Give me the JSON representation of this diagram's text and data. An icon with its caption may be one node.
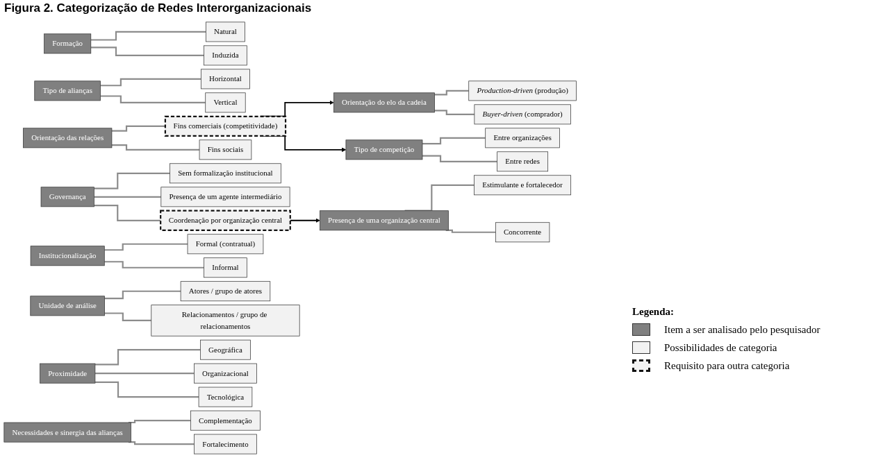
{
  "diagram": {
    "title": "Figura 2. Categorização de Redes Interorganizacionais",
    "nodes": [
      {
        "text": [
          "Formação"
        ]
      },
      {
        "text": [
          "Natural"
        ]
      },
      {
        "text": [
          "Induzida"
        ]
      },
      {
        "text": [
          "Tipo de alianças"
        ]
      },
      {
        "text": [
          "Horizontal"
        ]
      },
      {
        "text": [
          "Vertical"
        ]
      },
      {
        "text": [
          "Orientação das relações"
        ]
      },
      {
        "text": [
          "Fins comerciais (competitividade)"
        ]
      },
      {
        "text": [
          "Fins sociais"
        ]
      },
      {
        "text": [
          "Governança"
        ]
      },
      {
        "text": [
          "Sem formalização institucional"
        ]
      },
      {
        "text": [
          "Presença de um agente intermediário"
        ]
      },
      {
        "text": [
          "Coordenação por organização central"
        ]
      },
      {
        "text": [
          "Institucionalização"
        ]
      },
      {
        "text": [
          "Formal (contratual)"
        ]
      },
      {
        "text": [
          "Informal"
        ]
      },
      {
        "text": [
          "Unidade de análise"
        ]
      },
      {
        "text": [
          "Atores / grupo de atores"
        ]
      },
      {
        "text": [
          "Relacionamentos / grupo de relacionamentos"
        ]
      },
      {
        "text": [
          "Proximidade"
        ]
      },
      {
        "text": [
          "Geográfica"
        ]
      },
      {
        "text": [
          "Organizacional"
        ]
      },
      {
        "text": [
          "Tecnológica"
        ]
      },
      {
        "text": [
          "Necessidades e sinergia das alianças"
        ]
      },
      {
        "text": [
          "Complementação"
        ]
      },
      {
        "text": [
          "Fortalecimento"
        ]
      },
      {
        "text": [
          "Orientação do elo da cadeia"
        ]
      },
      {
        "text": [
          "*Production-driven* (produção)"
        ]
      },
      {
        "text": [
          "*Buyer-driven* (comprador)"
        ]
      },
      {
        "text": [
          "Tipo de competição"
        ]
      },
      {
        "text": [
          "Entre organizações"
        ]
      },
      {
        "text": [
          "Entre redes"
        ]
      },
      {
        "text": [
          "Presença de uma organização central"
        ]
      },
      {
        "text": [
          "Estimulante e fortalecedor"
        ]
      },
      {
        "text": [
          "Concorrente"
        ]
      }
    ],
    "edges": [
      {
        "from": 0,
        "to": 1,
        "arrow": "none"
      },
      {
        "from": 0,
        "to": 2,
        "arrow": "none"
      },
      {
        "from": 3,
        "to": 4,
        "arrow": "none"
      },
      {
        "from": 3,
        "to": 5,
        "arrow": "none"
      },
      {
        "from": 6,
        "to": 7,
        "arrow": "none"
      },
      {
        "from": 6,
        "to": 8,
        "arrow": "none"
      },
      {
        "from": 9,
        "to": 10,
        "arrow": "none"
      },
      {
        "from": 9,
        "to": 11,
        "arrow": "none"
      },
      {
        "from": 9,
        "to": 12,
        "arrow": "none"
      },
      {
        "from": 13,
        "to": 14,
        "arrow": "none"
      },
      {
        "from": 13,
        "to": 15,
        "arrow": "none"
      },
      {
        "from": 16,
        "to": 17,
        "arrow": "none"
      },
      {
        "from": 16,
        "to": 18,
        "arrow": "none"
      },
      {
        "from": 19,
        "to": 20,
        "arrow": "none"
      },
      {
        "from": 19,
        "to": 21,
        "arrow": "none"
      },
      {
        "from": 19,
        "to": 22,
        "arrow": "none"
      },
      {
        "from": 23,
        "to": 24,
        "arrow": "none"
      },
      {
        "from": 23,
        "to": 25,
        "arrow": "none"
      },
      {
        "from": 7,
        "to": 26,
        "arrow": "to",
        "color": "#000000"
      },
      {
        "from": 7,
        "to": 29,
        "arrow": "to",
        "color": "#000000"
      },
      {
        "from": 12,
        "to": 32,
        "arrow": "to",
        "color": "#000000"
      },
      {
        "from": 26,
        "to": 27,
        "arrow": "none"
      },
      {
        "from": 26,
        "to": 28,
        "arrow": "none"
      },
      {
        "from": 29,
        "to": 30,
        "arrow": "none"
      },
      {
        "from": 29,
        "to": 31,
        "arrow": "none"
      },
      {
        "from": 32,
        "to": 33,
        "arrow": "none"
      },
      {
        "from": 32,
        "to": 34,
        "arrow": "none"
      }
    ],
    "labels": [
      "Legenda:"
    ],
    "legend": [
      {
        "text": "Item a ser analisado pelo pesquisador",
        "color": "#808080"
      },
      {
        "text": "Possibilidades de categoria",
        "color": "#f2f2f2"
      },
      {
        "text": "Requisito para outra categoria"
      }
    ]
  }
}
